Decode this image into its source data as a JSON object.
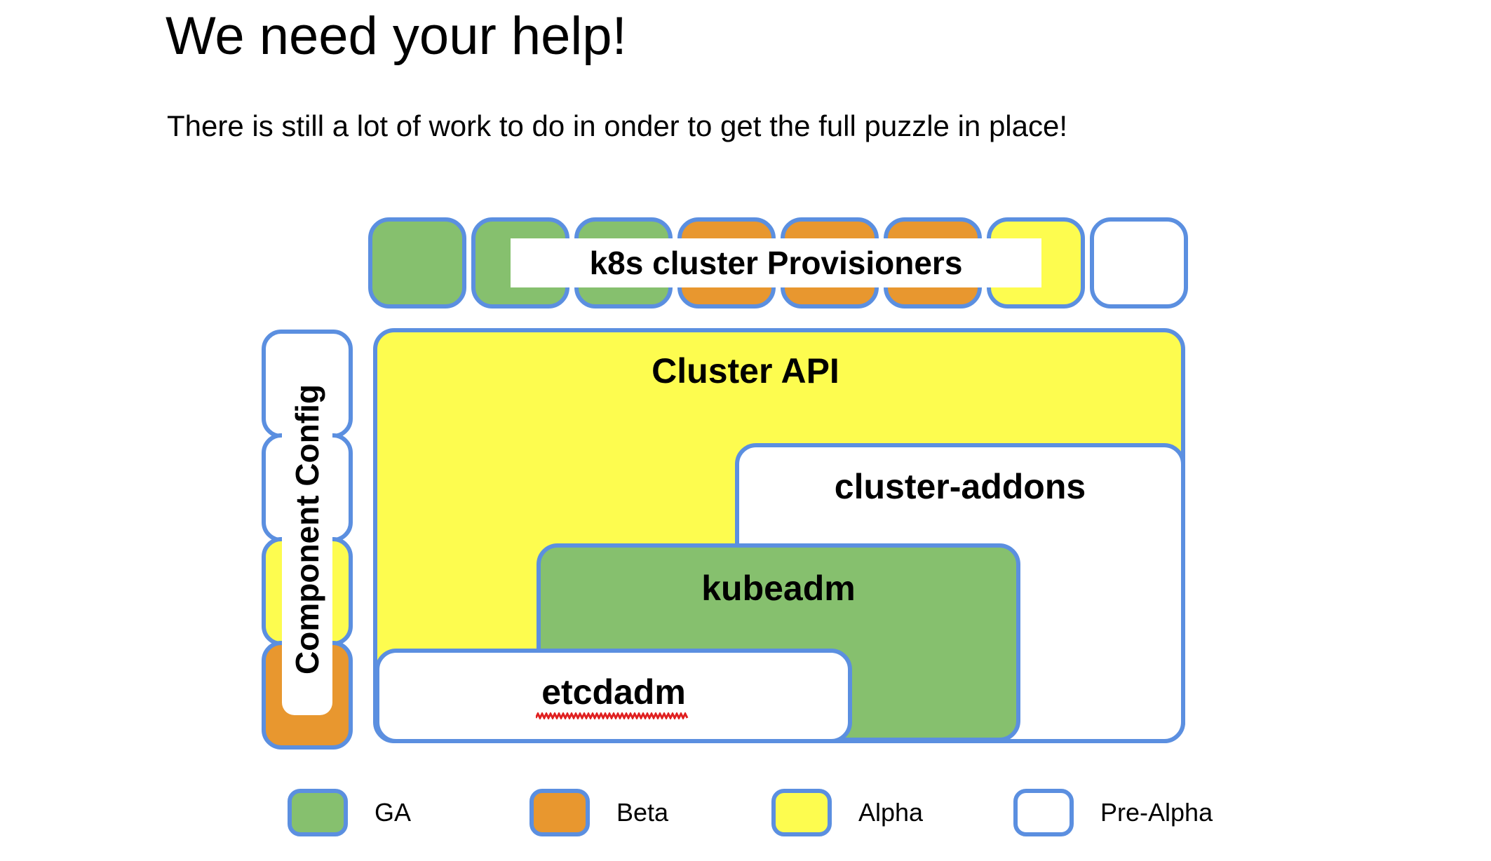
{
  "slide": {
    "title": "We need your help!",
    "subtitle": "There is still a lot of work to do in onder to get the full puzzle in place!"
  },
  "colors": {
    "border": "#5b8fe0",
    "ga_green": "#86c06e",
    "beta_orange": "#e8972f",
    "alpha_yellow": "#fdfc4f",
    "prealpha_white": "#ffffff",
    "spellcheck_red": "#e02020"
  },
  "provisioners": {
    "label": "k8s cluster Provisioners",
    "chips": [
      {
        "name": "chip-1",
        "status": "GA",
        "color": "green"
      },
      {
        "name": "chip-2",
        "status": "GA",
        "color": "green"
      },
      {
        "name": "chip-3",
        "status": "GA",
        "color": "green"
      },
      {
        "name": "chip-4",
        "status": "Beta",
        "color": "orange"
      },
      {
        "name": "chip-5",
        "status": "Beta",
        "color": "orange"
      },
      {
        "name": "chip-6",
        "status": "Beta",
        "color": "orange"
      },
      {
        "name": "chip-7",
        "status": "Alpha",
        "color": "yellow"
      },
      {
        "name": "chip-8",
        "status": "Pre-Alpha",
        "color": "white"
      }
    ]
  },
  "component_config": {
    "label": "Component Config",
    "chips": [
      {
        "name": "cc-chip-1",
        "status": "Pre-Alpha",
        "color": "white"
      },
      {
        "name": "cc-chip-2",
        "status": "Pre-Alpha",
        "color": "white"
      },
      {
        "name": "cc-chip-3",
        "status": "Alpha",
        "color": "yellow"
      },
      {
        "name": "cc-chip-4",
        "status": "Beta",
        "color": "orange"
      }
    ]
  },
  "stack": {
    "cluster_api": {
      "label": "Cluster API",
      "status": "Alpha",
      "color": "yellow"
    },
    "cluster_addons": {
      "label": "cluster-addons",
      "status": "Pre-Alpha",
      "color": "white"
    },
    "kubeadm": {
      "label": "kubeadm",
      "status": "GA",
      "color": "green"
    },
    "etcdadm": {
      "label": "etcdadm",
      "status": "Pre-Alpha",
      "color": "white",
      "spellcheck_underline": true
    }
  },
  "legend": {
    "items": [
      {
        "label": "GA",
        "color": "green"
      },
      {
        "label": "Beta",
        "color": "orange"
      },
      {
        "label": "Alpha",
        "color": "yellow"
      },
      {
        "label": "Pre-Alpha",
        "color": "white"
      }
    ]
  }
}
